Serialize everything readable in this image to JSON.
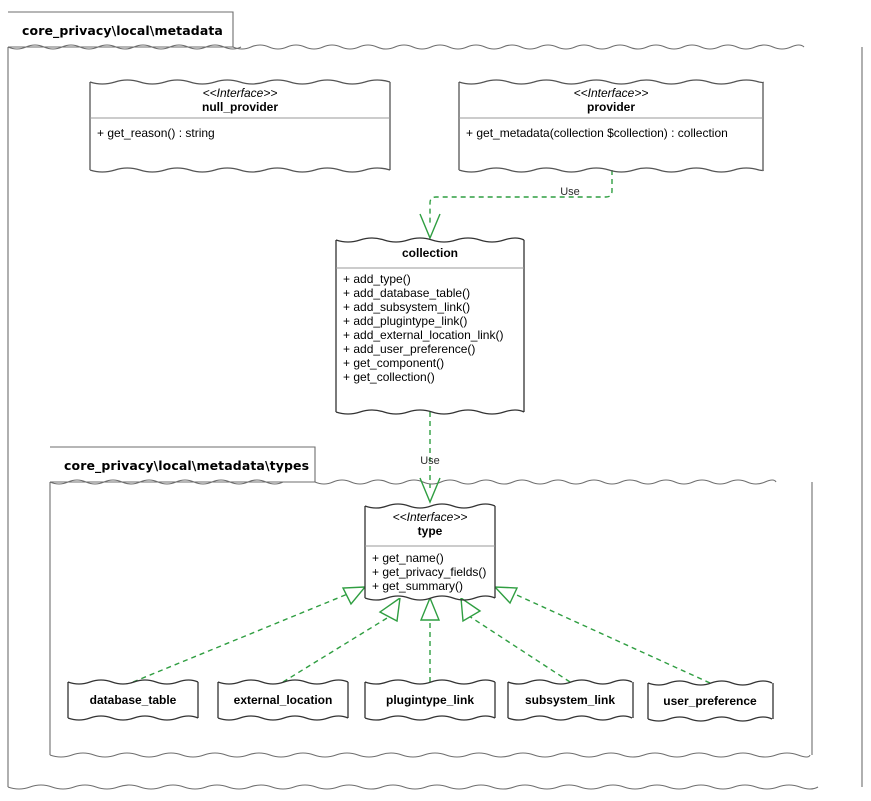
{
  "diagram": {
    "kind": "uml-class-diagram",
    "accent_color": "#2f9e41",
    "box_stroke_color": "#555555",
    "background_color": "#ffffff"
  },
  "packages": [
    {
      "id": "pkg-metadata",
      "label": "core_privacy\\local\\metadata"
    },
    {
      "id": "pkg-types",
      "label": "core_privacy\\local\\metadata\\types"
    }
  ],
  "classes": [
    {
      "id": "null_provider",
      "stereotype": "<<Interface>>",
      "name": "null_provider",
      "members": [
        "+ get_reason() : string"
      ]
    },
    {
      "id": "provider",
      "stereotype": "<<Interface>>",
      "name": "provider",
      "members": [
        "+ get_metadata(collection $collection) : collection"
      ]
    },
    {
      "id": "collection",
      "stereotype": "",
      "name": "collection",
      "members": [
        "+ add_type()",
        "+ add_database_table()",
        "+ add_subsystem_link()",
        "+ add_plugintype_link()",
        "+ add_external_location_link()",
        "+ add_user_preference()",
        "+ get_component()",
        "+ get_collection()"
      ]
    },
    {
      "id": "type",
      "stereotype": "<<Interface>>",
      "name": "type",
      "members": [
        "+ get_name()",
        "+ get_privacy_fields()",
        "+ get_summary()"
      ]
    },
    {
      "id": "database_table",
      "stereotype": "",
      "name": "database_table",
      "members": []
    },
    {
      "id": "external_location",
      "stereotype": "",
      "name": "external_location",
      "members": []
    },
    {
      "id": "plugintype_link",
      "stereotype": "",
      "name": "plugintype_link",
      "members": []
    },
    {
      "id": "subsystem_link",
      "stereotype": "",
      "name": "subsystem_link",
      "members": []
    },
    {
      "id": "user_preference",
      "stereotype": "",
      "name": "user_preference",
      "members": []
    }
  ],
  "relations": [
    {
      "id": "rel-provider-collection",
      "from": "provider",
      "to": "collection",
      "type": "dependency",
      "label": "Use"
    },
    {
      "id": "rel-collection-type",
      "from": "collection",
      "to": "type",
      "type": "dependency",
      "label": "Use"
    },
    {
      "id": "rel-database_table-type",
      "from": "database_table",
      "to": "type",
      "type": "realization",
      "label": ""
    },
    {
      "id": "rel-external_location-type",
      "from": "external_location",
      "to": "type",
      "type": "realization",
      "label": ""
    },
    {
      "id": "rel-plugintype_link-type",
      "from": "plugintype_link",
      "to": "type",
      "type": "realization",
      "label": ""
    },
    {
      "id": "rel-subsystem_link-type",
      "from": "subsystem_link",
      "to": "type",
      "type": "realization",
      "label": ""
    },
    {
      "id": "rel-user_preference-type",
      "from": "user_preference",
      "to": "type",
      "type": "realization",
      "label": ""
    }
  ]
}
